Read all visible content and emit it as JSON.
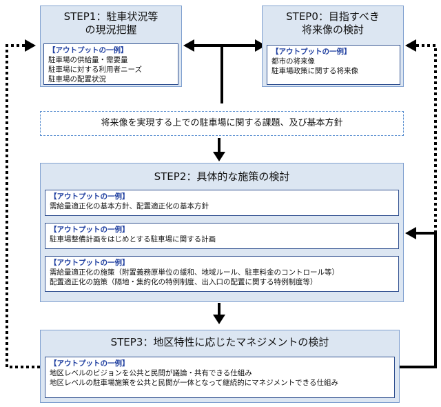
{
  "step1": {
    "title_line1": "STEP1：駐車状況等",
    "title_line2": "の現況把握",
    "output": {
      "heading": "【アウトプットの一例】",
      "lines": [
        "駐車場の供給量・需要量",
        "駐車場に対する利用者ニーズ",
        "駐車場の配置状況"
      ]
    }
  },
  "step0": {
    "title_line1": "STEP0：目指すべき",
    "title_line2": "将来像の検討",
    "output": {
      "heading": "【アウトプットの一例】",
      "lines": [
        "都市の将来像",
        "駐車場政策に関する将来像"
      ]
    }
  },
  "issues": {
    "text": "将来像を実現する上での駐車場に関する課題、及び基本方針"
  },
  "step2": {
    "title": "STEP2：具体的な施策の検討",
    "outputs": [
      {
        "heading": "【アウトプットの一例】",
        "lines": [
          "需給量適正化の基本方針、配置適正化の基本方針"
        ]
      },
      {
        "heading": "【アウトプットの一例】",
        "lines": [
          "駐車場整備計画をはじめとする駐車場に関する計画"
        ]
      },
      {
        "heading": "【アウトプットの一例】",
        "lines": [
          "需給量適正化の施策（附置義務原単位の緩和、地域ルール、駐車料金のコントロール等）",
          "配置適正化の施策（隔地・集約化の特例制度、出入口の配置に関する特例制度等）"
        ]
      }
    ]
  },
  "step3": {
    "title": "STEP3：地区特性に応じたマネジメントの検討",
    "output": {
      "heading": "【アウトプットの一例】",
      "lines": [
        "地区レベルのビジョンを公共と民間が議論・共有できる仕組み",
        "地区レベルの駐車場施策を公共と民間が一体となって継続的にマネジメントできる仕組み"
      ]
    }
  }
}
